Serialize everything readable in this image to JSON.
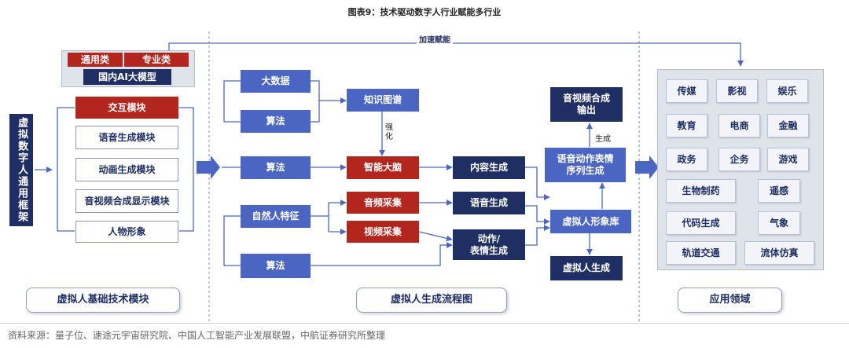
{
  "title": "图表9：技术驱动数字人行业赋能多行业",
  "source": "资料来源：量子位、速途元宇宙研究院、中国人工智能产业发展联盟，中航证券研究所整理",
  "accelerate_label": "加速赋能",
  "framework": {
    "vertical_title": "虚拟数字人通用框架",
    "tab_general": "通用类",
    "tab_professional": "专业类",
    "ai_model": "国内AI大模型",
    "interaction": "交互模块",
    "modules": [
      "语音生成模块",
      "动画生成模块",
      "音视频合成显示模块",
      "人物形象"
    ]
  },
  "flow": {
    "big_data": "大数据",
    "algorithm1": "算法",
    "knowledge_graph": "知识图谱",
    "strengthen": "强化",
    "algorithm2": "算法",
    "smart_brain": "智能大脑",
    "natural_features": "自然人特征",
    "audio_capture": "音频采集",
    "video_capture": "视频采集",
    "algorithm3": "算法",
    "content_gen": "内容生成",
    "voice_gen": "语音生成",
    "motion_gen": "动作/\n表情生成",
    "av_output": "音视频合成\n输出",
    "generate": "生成",
    "voice_motion_seq": "语音动作表情\n序列生成",
    "avatar_lib": "虚拟人形象库",
    "avatar_gen": "虚拟人生成"
  },
  "applications": [
    "传媒",
    "影视",
    "娱乐",
    "教育",
    "电商",
    "金融",
    "政务",
    "企务",
    "游戏",
    "生物制药",
    "遥感",
    "代码生成",
    "气象",
    "轨道交通",
    "流体仿真"
  ],
  "section_labels": {
    "left": "虚拟人基础技术模块",
    "middle": "虚拟人生成流程图",
    "right": "应用领域"
  },
  "colors": {
    "navy": "#1f2f63",
    "blue": "#4a66c2",
    "red": "#b3261e",
    "panel": "#dfe3ea"
  }
}
